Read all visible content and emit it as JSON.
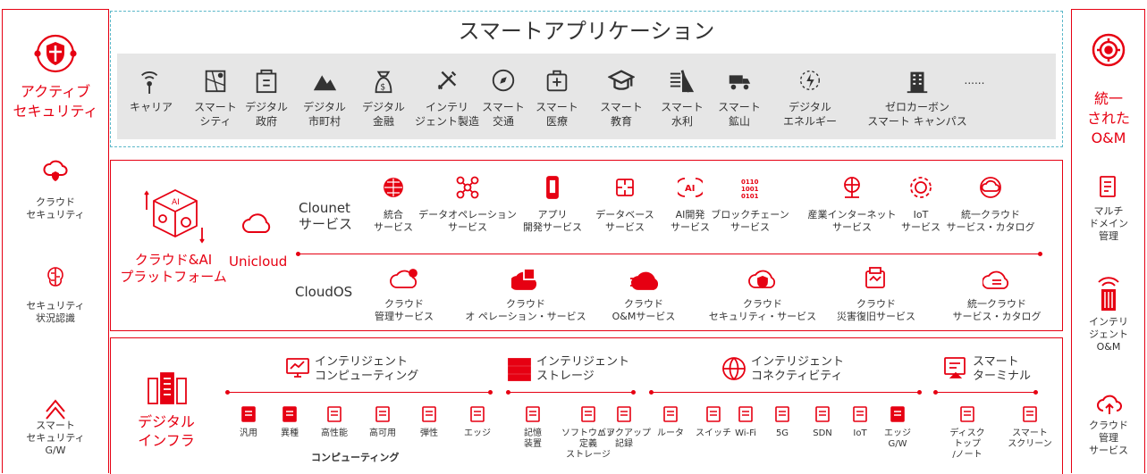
{
  "colors": {
    "accent": "#e60012",
    "text": "#333333",
    "app_bg": "#e6e6e6",
    "dash": "#5bb8c9"
  },
  "left_sidebar": {
    "active_security": "アクティブ\nセキュリティ",
    "cloud_security": "クラウド\nセキュリティ",
    "situational": "セキュリティ\n状況認識",
    "smart_gw": "スマート\nセキュリティ\nG/W"
  },
  "right_sidebar": {
    "unified_om": "統一\nされた\nO&M",
    "multi_domain": "マルチ\nドメイン\n管理",
    "intelligent_om": "インテリ\nジェント\nO&M",
    "cloud_mgmt": "クラウド\n管理\nサービス"
  },
  "smart_apps": {
    "title": "スマートアプリケーション",
    "items": [
      {
        "label": "キャリア",
        "icon": "antenna-icon"
      },
      {
        "label": "スマート\nシティ",
        "icon": "map-icon"
      },
      {
        "label": "デジタル\n政府",
        "icon": "government-icon"
      },
      {
        "label": "デジタル\n市町村",
        "icon": "mountain-icon"
      },
      {
        "label": "デジタル\n金融",
        "icon": "moneybag-icon"
      },
      {
        "label": "インテリ\nジェント製造",
        "icon": "tools-icon"
      },
      {
        "label": "スマート\n交通",
        "icon": "compass-icon"
      },
      {
        "label": "スマート\n医療",
        "icon": "medical-icon"
      },
      {
        "label": "スマート\n教育",
        "icon": "graduation-icon"
      },
      {
        "label": "スマート\n水利",
        "icon": "water-icon"
      },
      {
        "label": "スマート\n鉱山",
        "icon": "truck-icon"
      },
      {
        "label": "デジタル\nエネルギー",
        "icon": "energy-icon"
      },
      {
        "label": "ゼロカーボン\nスマート キャンパス",
        "icon": "building-icon"
      },
      {
        "label": "......",
        "icon": ""
      }
    ]
  },
  "cloud_ai": {
    "platform_label": "クラウド&AI\nプラットフォーム",
    "unicloud": "Unicloud",
    "clounet": "Clounet\nサービス",
    "cloudos": "CloudOS",
    "clounet_items": [
      {
        "label": "統合\nサービス",
        "icon": "globe-icon"
      },
      {
        "label": "データオペレーション\nサービス",
        "icon": "network-icon"
      },
      {
        "label": "アプリ\n開発サービス",
        "icon": "phone-icon"
      },
      {
        "label": "データベース\nサービス",
        "icon": "puzzle-icon"
      },
      {
        "label": "AI開発\nサービス",
        "icon": "ai-icon"
      },
      {
        "label": "ブロックチェーン\nサービス",
        "icon": "blockchain-icon"
      },
      {
        "label": "産業インターネット\nサービス",
        "icon": "internet-icon"
      },
      {
        "label": "IoT\nサービス",
        "icon": "iot-icon"
      },
      {
        "label": "統一クラウド\nサービス・カタログ",
        "icon": "catalog-icon"
      }
    ],
    "cloudos_items": [
      {
        "label": "クラウド\n管理サービス",
        "icon": "cloud-gear-icon"
      },
      {
        "label": "クラウド\nオ ペレーション・サービス",
        "icon": "cloud-server-icon"
      },
      {
        "label": "クラウド\nO&Mサービス",
        "icon": "cloud-fast-icon"
      },
      {
        "label": "クラウド\nセキュリティ・サービス",
        "icon": "cloud-shield-icon"
      },
      {
        "label": "クラウド\n災害復旧サービス",
        "icon": "recovery-icon"
      },
      {
        "label": "統一クラウド\nサービス・カタログ",
        "icon": "cloud-list-icon"
      }
    ]
  },
  "digital_infra": {
    "label": "デジタル\nインフラ",
    "groups": [
      {
        "title": "インテリジェント\nコンピューティング",
        "icon": "monitor-chart-icon"
      },
      {
        "title": "インテリジェント\nストレージ",
        "icon": "storage-icon"
      },
      {
        "title": "インテリジェント\nコネクティビティ",
        "icon": "connect-globe-icon"
      },
      {
        "title": "スマート\nターミナル",
        "icon": "terminal-icon"
      }
    ],
    "computing_caption": "コンピューティング",
    "items": [
      {
        "label": "汎用"
      },
      {
        "label": "異種"
      },
      {
        "label": "高性能"
      },
      {
        "label": "高可用"
      },
      {
        "label": "弾性"
      },
      {
        "label": "エッジ"
      },
      {
        "label": "記憶\n装置"
      },
      {
        "label": "ソフトウェア\n定義\nストレージ"
      },
      {
        "label": "バックアップ\n記録"
      },
      {
        "label": "ルータ"
      },
      {
        "label": "スイッチ"
      },
      {
        "label": "Wi-Fi"
      },
      {
        "label": "5G"
      },
      {
        "label": "SDN"
      },
      {
        "label": "IoT"
      },
      {
        "label": "エッジ\nG/W"
      },
      {
        "label": "ディスク\nトップ\n/ノート"
      },
      {
        "label": "スマート\nスクリーン"
      }
    ]
  }
}
